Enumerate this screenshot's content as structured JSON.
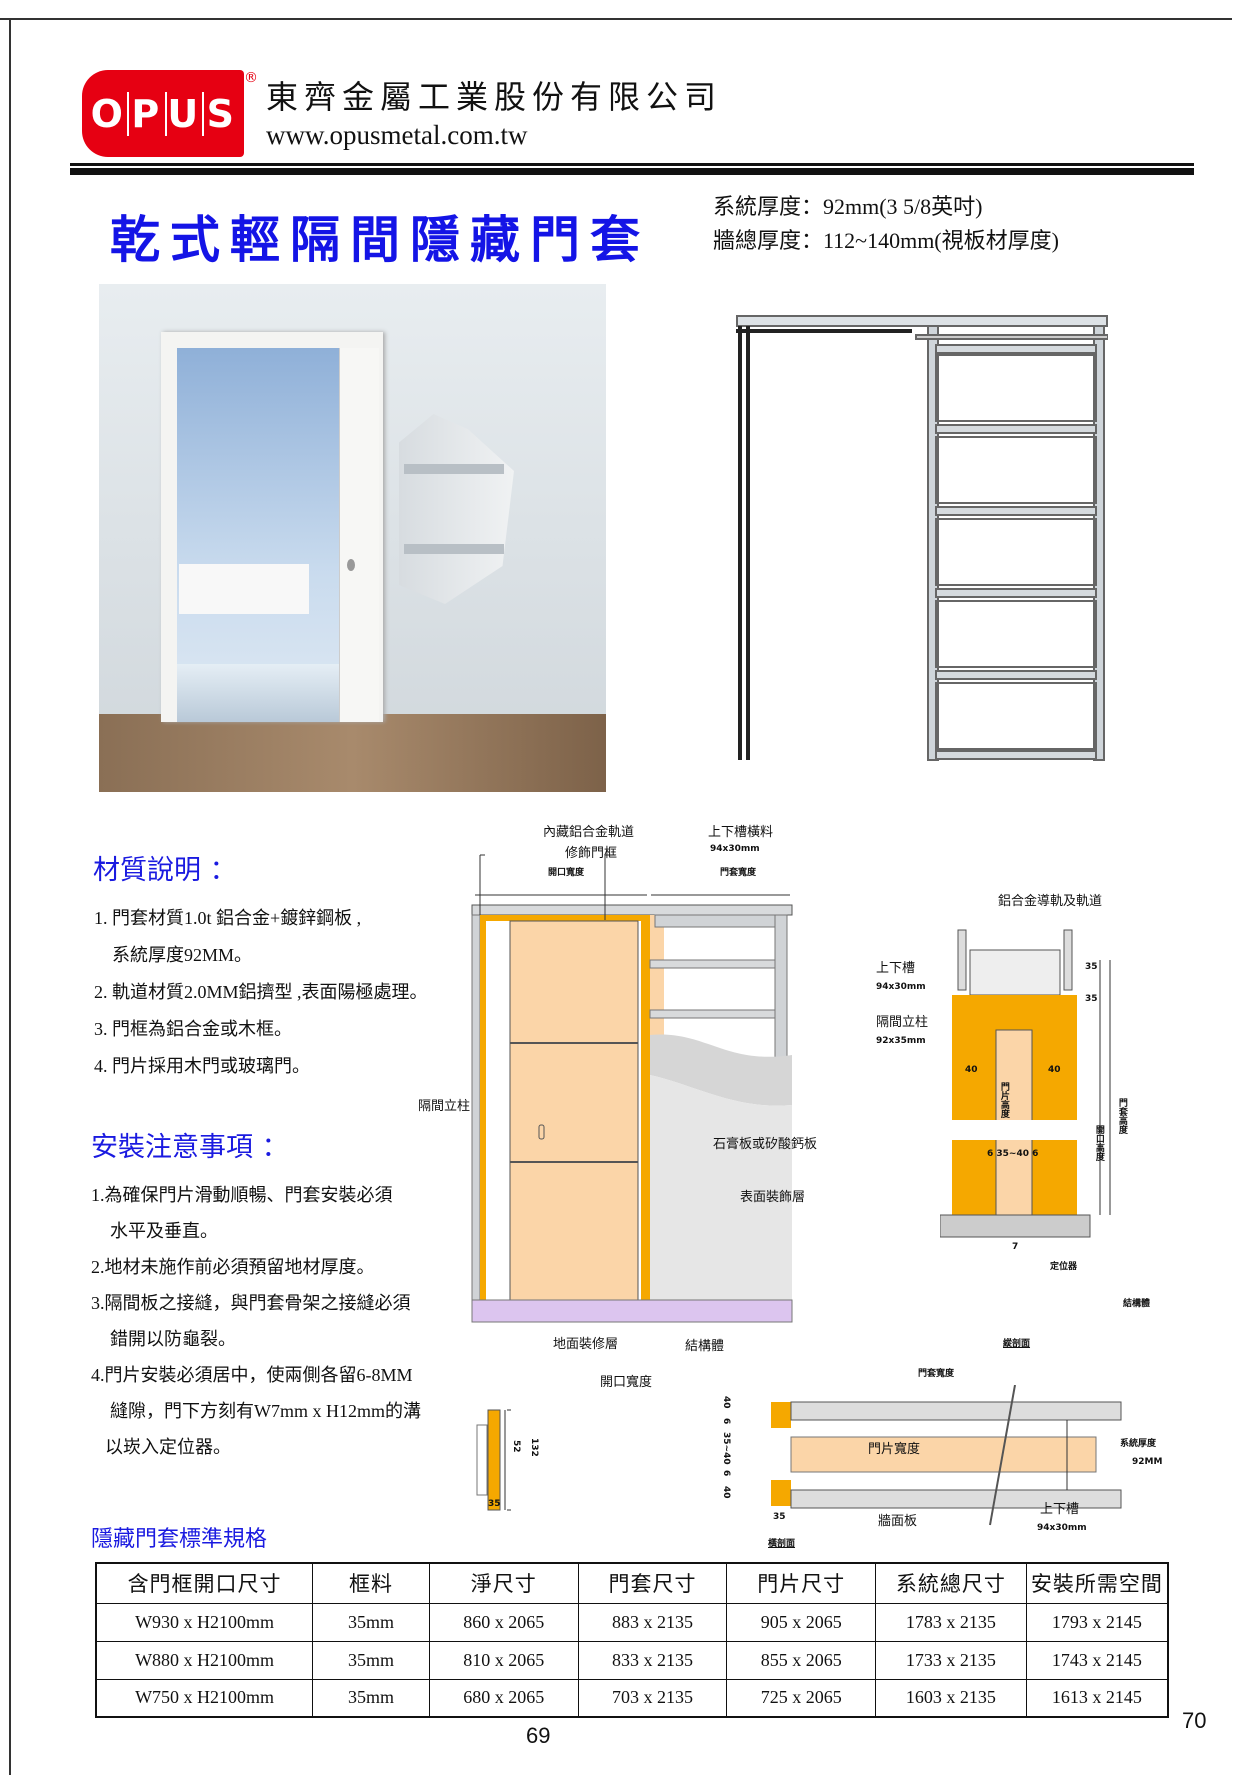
{
  "header": {
    "logo_text": [
      "O",
      "P",
      "U",
      "S"
    ],
    "registered": "®",
    "company": "東齊金屬工業股份有限公司",
    "url": "www.opusmetal.com.tw"
  },
  "title": "乾式輕隔間隱藏門套",
  "specs": [
    "系統厚度：92mm(3 5/8英吋)",
    "牆總厚度：112~140mm(視板材厚度)"
  ],
  "materials": {
    "heading": "材質說明 ：",
    "items": [
      "1. 門套材質1.0t 鋁合金+鍍鋅鋼板 ,",
      "系統厚度92MM。",
      "2. 軌道材質2.0MM鋁擠型 ,表面陽極處理。",
      "3. 門框為鋁合金或木框。",
      "4. 門片採用木門或玻璃門。"
    ]
  },
  "install": {
    "heading": "安裝注意事項 ：",
    "items": [
      "1.為確保門片滑動順暢、門套安裝必須",
      "水平及垂直。",
      "2.地材未施作前必須預留地材厚度。",
      "3.隔間板之接縫，與門套骨架之接縫必須",
      "錯開以防龜裂。",
      "4.門片安裝必須居中，使兩側各留6-8MM",
      "縫隙，門下方刻有W7mm x H12mm的溝",
      "以崁入定位器。"
    ]
  },
  "diagram": {
    "rail": "內藏鋁合金軌道",
    "trim": "修飾門框",
    "opening_width": "開口寬度",
    "beam": "上下槽橫料",
    "beam_size": "94x30mm",
    "frame_width": "門套寬度",
    "channel": "上下槽",
    "channel_size": "94x30mm",
    "stud": "隔間立柱",
    "stud_size": "92x35mm",
    "stud_left": "隔間立柱",
    "board": "石膏板或矽酸鈣板",
    "surface": "表面裝飾層",
    "floor": "地面裝修層",
    "structure": "結構體",
    "side": {
      "guide": "鋁合金導軌及軌道",
      "d35a": "35",
      "d35b": "35",
      "d40a": "40",
      "d40b": "40",
      "door_height": "門片高度",
      "opening_height": "開口高度",
      "frame_height": "門套高度",
      "gap": "6 35~40 6",
      "d7": "7",
      "locator": "定位器",
      "structure": "結構體",
      "caption": "縱剖面"
    },
    "plan": {
      "opening_width": "開口寬度",
      "frame_width": "門套寬度",
      "d52": "52",
      "d132": "132",
      "d35": "35",
      "d35b": "35",
      "d40a": "40",
      "d6a": "6",
      "d3540": "35~40",
      "d6b": "6",
      "d40b": "40",
      "door_width": "門片寬度",
      "sys": "系統厚度",
      "sys_val": "92MM",
      "wall": "牆面板",
      "channel": "上下槽",
      "channel_size": "94x30mm",
      "caption": "橫剖面"
    }
  },
  "table": {
    "caption": "隱藏門套標準規格",
    "headers": [
      "含門框開口尺寸",
      "框料",
      "淨尺寸",
      "門套尺寸",
      "門片尺寸",
      "系統總尺寸",
      "安裝所需空間"
    ],
    "rows": [
      [
        "W930 x H2100mm",
        "35mm",
        "860 x 2065",
        "883 x 2135",
        "905 x 2065",
        "1783 x 2135",
        "1793 x 2145"
      ],
      [
        "W880 x H2100mm",
        "35mm",
        "810 x 2065",
        "833 x 2135",
        "855 x 2065",
        "1733 x 2135",
        "1743 x 2145"
      ],
      [
        "W750 x H2100mm",
        "35mm",
        "680 x 2065",
        "703 x 2135",
        "725 x 2065",
        "1603 x 2135",
        "1613 x 2145"
      ]
    ]
  },
  "page_numbers": {
    "left": "69",
    "right": "70"
  }
}
